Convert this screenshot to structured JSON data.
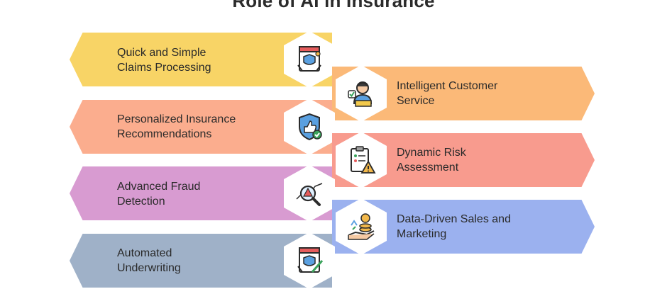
{
  "title": "Role of AI in Insurance",
  "colors": {
    "yellow": "#f8d466",
    "orange": "#fbb978",
    "salmon": "#fbad8e",
    "red": "#f89b8e",
    "pink": "#d89bd1",
    "blue": "#9bb1ef",
    "slate": "#9fb1c8"
  },
  "items": [
    {
      "label": [
        "Quick and Simple",
        "Claims Processing"
      ],
      "icon": "claim-document-icon",
      "color": "#f8d466"
    },
    {
      "label": [
        "Intelligent Customer",
        "Service"
      ],
      "icon": "support-agent-icon",
      "color": "#fbb978"
    },
    {
      "label": [
        "Personalized Insurance",
        "Recommendations"
      ],
      "icon": "shield-thumbs-up-icon",
      "color": "#fbad8e"
    },
    {
      "label": [
        "Dynamic Risk",
        "Assessment"
      ],
      "icon": "clipboard-warning-icon",
      "color": "#f89b8e"
    },
    {
      "label": [
        "Advanced Fraud",
        "Detection"
      ],
      "icon": "magnifier-alert-icon",
      "color": "#d89bd1"
    },
    {
      "label": [
        "Data-Driven Sales and",
        "Marketing"
      ],
      "icon": "hand-coins-icon",
      "color": "#9bb1ef"
    },
    {
      "label": [
        "Automated",
        "Underwriting"
      ],
      "icon": "contract-pen-icon",
      "color": "#9fb1c8"
    }
  ]
}
